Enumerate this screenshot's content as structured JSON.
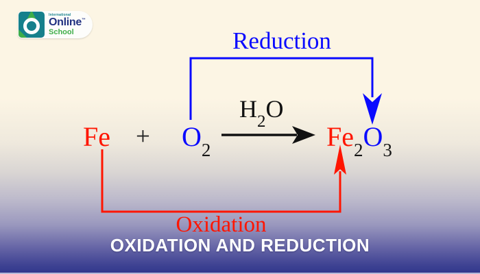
{
  "logo": {
    "pretitle": "International",
    "name": "Online",
    "trademark": "™",
    "subname": "School"
  },
  "labels": {
    "reduction": "Reduction",
    "oxidation": "Oxidation"
  },
  "equation": {
    "reactant1": "Fe",
    "operator": "+",
    "reactant2_base": "O",
    "reactant2_sub": "2",
    "condition_h": "H",
    "condition_sub": "2",
    "condition_o": "O",
    "product_fe": "Fe",
    "product_fe_sub": "2",
    "product_o": "O",
    "product_o_sub": "3"
  },
  "footer": {
    "title": "OXIDATION AND REDUCTION"
  },
  "colors": {
    "red": "#ff1500",
    "blue": "#0a0aff",
    "cream": "#fcf5e4",
    "bottom_blue": "#31378c",
    "teal": "#16808c",
    "green": "#3fae49",
    "navy": "#213181"
  }
}
